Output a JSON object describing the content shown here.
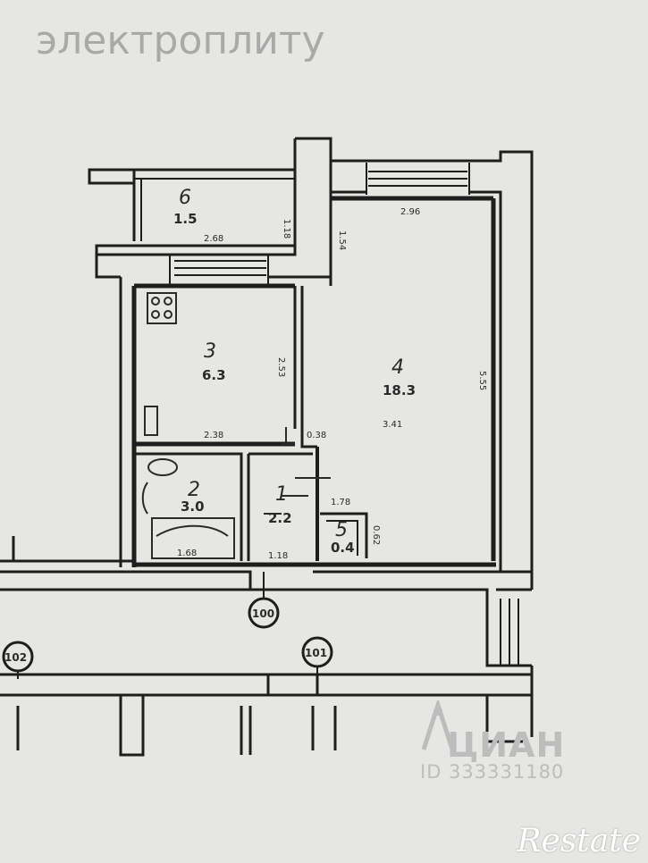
{
  "heading": "электроплиту",
  "rooms": [
    {
      "id": "balcony",
      "number": "6",
      "area": "1.5"
    },
    {
      "id": "kitchen",
      "number": "3",
      "area": "6.3"
    },
    {
      "id": "living",
      "number": "4",
      "area": "18.3"
    },
    {
      "id": "bathroom",
      "number": "2",
      "area": "3.0"
    },
    {
      "id": "hall",
      "number": "1",
      "area": "2.2"
    },
    {
      "id": "closet",
      "number": "5",
      "area": "0.4"
    }
  ],
  "dimensions": {
    "balcony_width": "2.68",
    "balcony_depth": "1.18",
    "kitchen_width": "2.38",
    "kitchen_depth": "2.53",
    "living_width_top": "2.96",
    "living_width_mid": "3.41",
    "living_depth": "5.55",
    "living_nook": "1.54",
    "bath_width": "1.68",
    "hall_width": "1.18",
    "hall_depth": "1.78",
    "closet_depth": "0.62",
    "wall_short": "0.38"
  },
  "axes": [
    "100",
    "102",
    "101"
  ],
  "watermark": {
    "brand": "ЦИАН",
    "id": "ID 333331180"
  },
  "branding": {
    "name": "Restate"
  }
}
